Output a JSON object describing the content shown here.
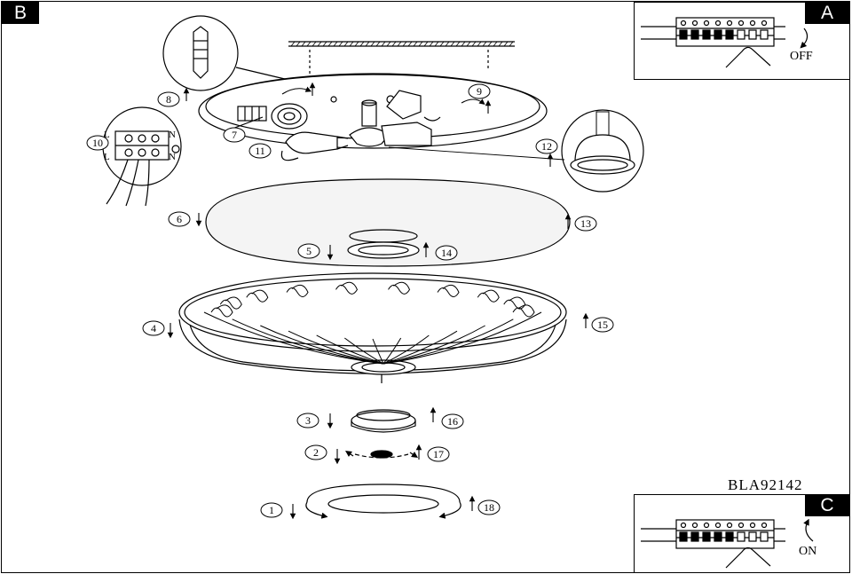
{
  "panels": {
    "main_label": "B",
    "off_label": "A",
    "on_label": "C",
    "off_text": "OFF",
    "on_text": "ON"
  },
  "model_number": "BLA92142",
  "wiring": {
    "l": "L",
    "n": "N"
  },
  "steps": [
    "1",
    "2",
    "3",
    "4",
    "5",
    "6",
    "7",
    "8",
    "9",
    "10",
    "11",
    "12",
    "13",
    "14",
    "15",
    "16",
    "17",
    "18"
  ],
  "colors": {
    "ink": "#000000",
    "paper": "#ffffff",
    "shade_fill": "#f4f4f4"
  }
}
